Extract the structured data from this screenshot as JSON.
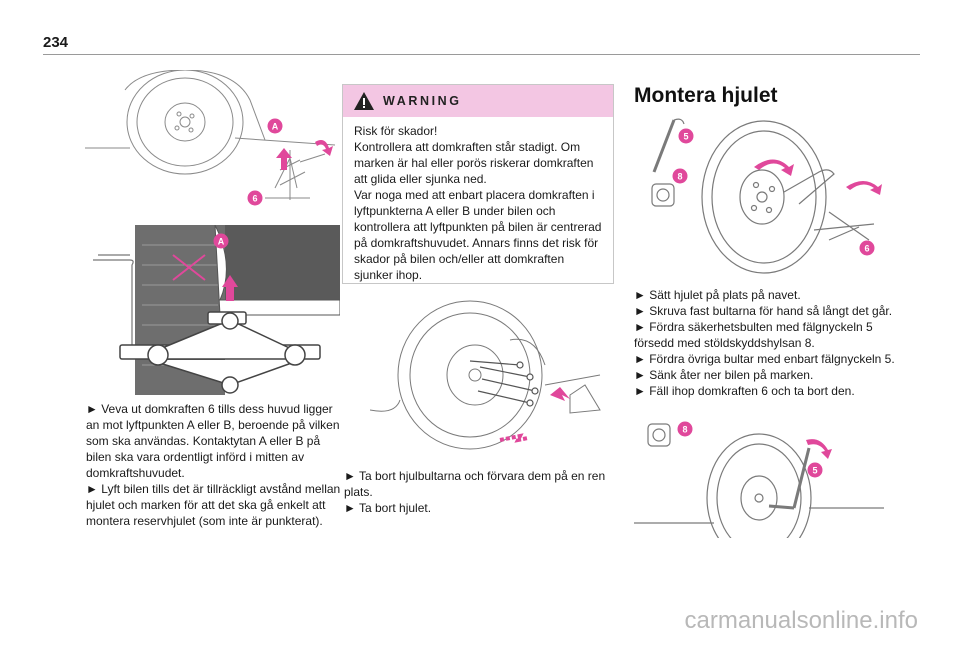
{
  "page": {
    "number": "234"
  },
  "left_column": {
    "callouts_top": {
      "a": "A",
      "six": "6"
    },
    "callouts_mid": {
      "a": "A"
    },
    "paragraphs": [
      "► Veva ut domkraften 6 tills dess huvud ligger an mot lyftpunkten A eller B, beroende på vilken som ska användas. Kontaktytan A eller B på bilen ska vara ordentligt införd i mitten av domkraftshuvudet.",
      "► Lyft bilen tills det är tillräckligt avstånd mellan hjulet och marken för att det ska gå enkelt att montera reservhjulet (som inte är punkterat)."
    ]
  },
  "warning": {
    "label": "WARNING",
    "lines": [
      "Risk för skador!",
      "Kontrollera att domkraften står stadigt. Om marken är hal eller porös riskerar domkraften att glida eller sjunka ned.",
      "Var noga med att enbart placera domkraften i lyftpunkterna A eller B under bilen och kontrollera att lyftpunkten på bilen är centrerad på domkraftshuvudet. Annars finns det risk för skador på bilen och/eller att domkraften sjunker ihop."
    ]
  },
  "middle_column": {
    "paragraphs": [
      "► Ta bort hjulbultarna och förvara dem på en ren plats.",
      "► Ta bort hjulet."
    ]
  },
  "right_column": {
    "title": "Montera hjulet",
    "callouts_top": {
      "five": "5",
      "eight": "8",
      "six": "6"
    },
    "steps": [
      "► Sätt hjulet på plats på navet.",
      "► Skruva fast bultarna för hand så långt det går.",
      "► Fördra säkerhetsbulten med fälgnyckeln 5 försedd med stöldskyddshylsan 8.",
      "► Fördra övriga bultar med enbart fälgnyckeln 5.",
      "► Sänk åter ner bilen på marken.",
      "► Fäll ihop domkraften 6 och ta bort den."
    ],
    "callouts_bottom": {
      "eight": "8",
      "five": "5"
    }
  },
  "watermark": "carmanualsonline.info",
  "colors": {
    "accent": "#e0489b",
    "warning_bg": "#f3c6e3",
    "line": "#777777"
  }
}
